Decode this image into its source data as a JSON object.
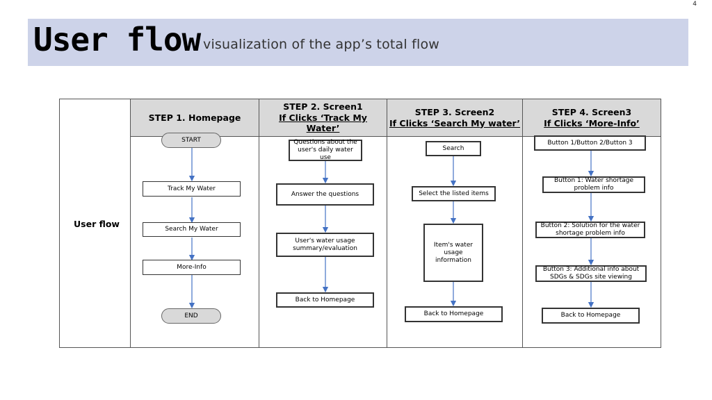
{
  "page_number": "4",
  "header": {
    "title": "User flow",
    "subtitle": "visualization of the app’s total flow"
  },
  "table": {
    "row_label": "User flow",
    "columns": [
      {
        "step": "STEP 1. Homepage",
        "condition": ""
      },
      {
        "step": "STEP 2. Screen1",
        "condition": "If Clicks ‘Track My Water’"
      },
      {
        "step": "STEP 3. Screen2",
        "condition": "If Clicks ‘Search My water’"
      },
      {
        "step": "STEP 4. Screen3",
        "condition": "If Clicks ‘More-Info’"
      }
    ]
  },
  "flow": {
    "step1": [
      "START",
      "Track My Water",
      "Search My Water",
      "More-Info",
      "END"
    ],
    "step2": [
      "Questions about the user's daily water use",
      "Answer the questions",
      "User's water usage summary/evaluation",
      "Back to Homepage"
    ],
    "step3": [
      "Search",
      "Select the listed items",
      "Item's water usage information",
      "Back to Homepage"
    ],
    "step4": [
      "Button 1/Button 2/Button 3",
      "Button 1: Water shortage problem info",
      "Button 2: Solution for the water shortage problem info",
      "Button 3: Additional info about SDGs & SDGs site viewing",
      "Back to Homepage"
    ]
  },
  "colors": {
    "banner": "#cdd3e9",
    "header_fill": "#d9d9d9",
    "arrow": "#4472c4"
  }
}
